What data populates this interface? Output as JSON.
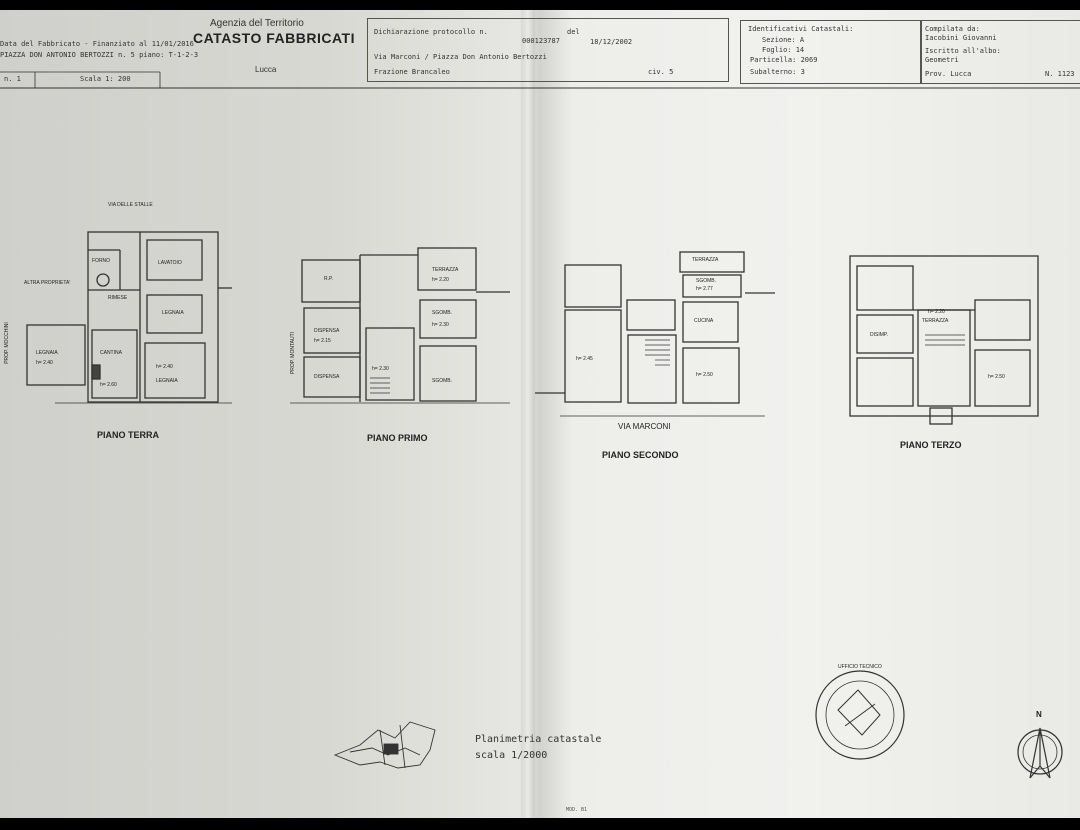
{
  "header": {
    "agency": "Agenzia del Territorio",
    "catasto": "CATASTO FABBRICATI",
    "city": "Lucca",
    "left_line1": "Data del Fabbricato - Finanziato al 11/01/2016",
    "left_line2": "PIAZZA DON ANTONIO BERTOZZI n. 5 piano: T-1-2-3",
    "scale_label": "Scala 1: 200",
    "sheet_no": "n. 1",
    "dichiarazione_label": "Dichiarazione protocollo n.",
    "dichiarazione_no": "000123787",
    "del_label": "del",
    "date": "18/12/2002",
    "address_line": "Via Marconi / Piazza Don Antonio Bertozzi",
    "frazione": "Frazione Brancaleo",
    "civ": "civ. 5",
    "identificativi_title": "Identificativi Catastali:",
    "sezione": "Sezione: A",
    "foglio": "Foglio: 14",
    "particella": "Particella: 2069",
    "subalterno": "Subalterno: 3",
    "compilata_da": "Compilata da:",
    "compilata_nome": "Iacobini Giovanni",
    "iscritto": "Iscritto all'albo:",
    "iscritto_val": "Geometri",
    "prov": "Prov. Lucca",
    "numero": "N. 1123"
  },
  "plans": {
    "terra": {
      "title": "PIANO TERRA",
      "street": "VIA DELLE STALLE",
      "rooms": [
        "FORNO",
        "LAVATOIO",
        "ALTRA PROPRIETA'",
        "RIMESE",
        "LEGNAIA",
        "LEGNAIA",
        "CANTINA",
        "LEGNAIA"
      ],
      "heights": [
        "h= 2.40",
        "h= 2.60",
        "h= 2.40"
      ]
    },
    "primo": {
      "title": "PIANO PRIMO",
      "side": "PROP. MONTAUTI",
      "rooms": [
        "R.P.",
        "DISPENSA",
        "DISPENSA",
        "TERRAZZA",
        "SGOMB.",
        "SGOMB."
      ],
      "heights": [
        "h= 2.15",
        "h= 2.30",
        "h= 2.20",
        "h= 2.30"
      ]
    },
    "secondo": {
      "title": "PIANO SECONDO",
      "street": "VIA MARCONI",
      "rooms": [
        "TERRAZZA",
        "SGOMB.",
        "CUCINA"
      ],
      "heights": [
        "h= 2.77",
        "h= 2.45",
        "h= 2.50"
      ]
    },
    "terzo": {
      "title": "PIANO TERZO",
      "rooms": [
        "DISIMP.",
        "TERRAZZA"
      ],
      "heights": [
        "h= 2.20",
        "h= 2.50"
      ]
    }
  },
  "left_margin": "PROP. MOCCHINI",
  "planimetria": {
    "line1": "Planimetria catastale",
    "line2": "scala 1/2000"
  },
  "north": "N",
  "stamp": "UFFICIO TECNICO",
  "footer": "MOD. B1"
}
